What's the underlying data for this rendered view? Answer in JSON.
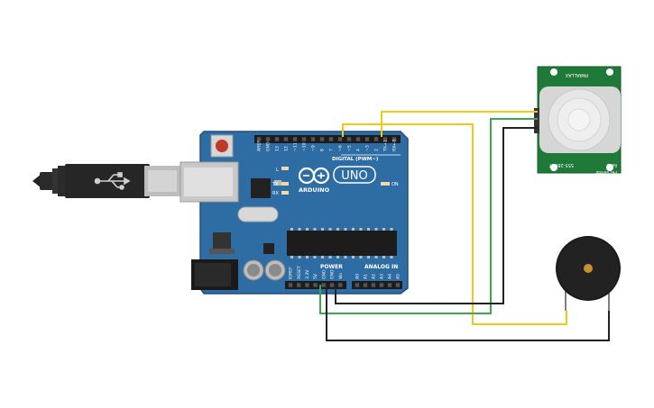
{
  "colors": {
    "board": "#2e6da4",
    "board_dark": "#1f4f7a",
    "header": "#1c1c1c",
    "wire_yellow": "#f2c811",
    "wire_green": "#3aa84a",
    "wire_black": "#222222",
    "pir_board": "#1f7a3a",
    "buzzer": "#1a1a1a",
    "buzzer_center": "#c8902e"
  },
  "arduino": {
    "brand": "ARDUINO",
    "model": "UNO",
    "digital_label": "DIGITAL (PWM~)",
    "power_label": "POWER",
    "analog_label": "ANALOG IN",
    "on_label": "ON",
    "led_l": "L",
    "led_tx": "TX",
    "led_rx": "RX",
    "digital_pins": [
      "AREF",
      "GND",
      "13",
      "12",
      "~11",
      "~10",
      "~9",
      "8",
      "7",
      "~6",
      "~5",
      "4",
      "~3",
      "2",
      "TX→1",
      "RX←0"
    ],
    "power_pins": [
      "IOREF",
      "RESET",
      "3.3V",
      "5V",
      "GND",
      "GND",
      "Vin"
    ],
    "analog_pins": [
      "A0",
      "A1",
      "A2",
      "A3",
      "A4",
      "A5"
    ]
  },
  "pir": {
    "brand": "PARALLAX",
    "part": "555-28027",
    "name": "PIR Sensor",
    "rev": "Rev B"
  }
}
